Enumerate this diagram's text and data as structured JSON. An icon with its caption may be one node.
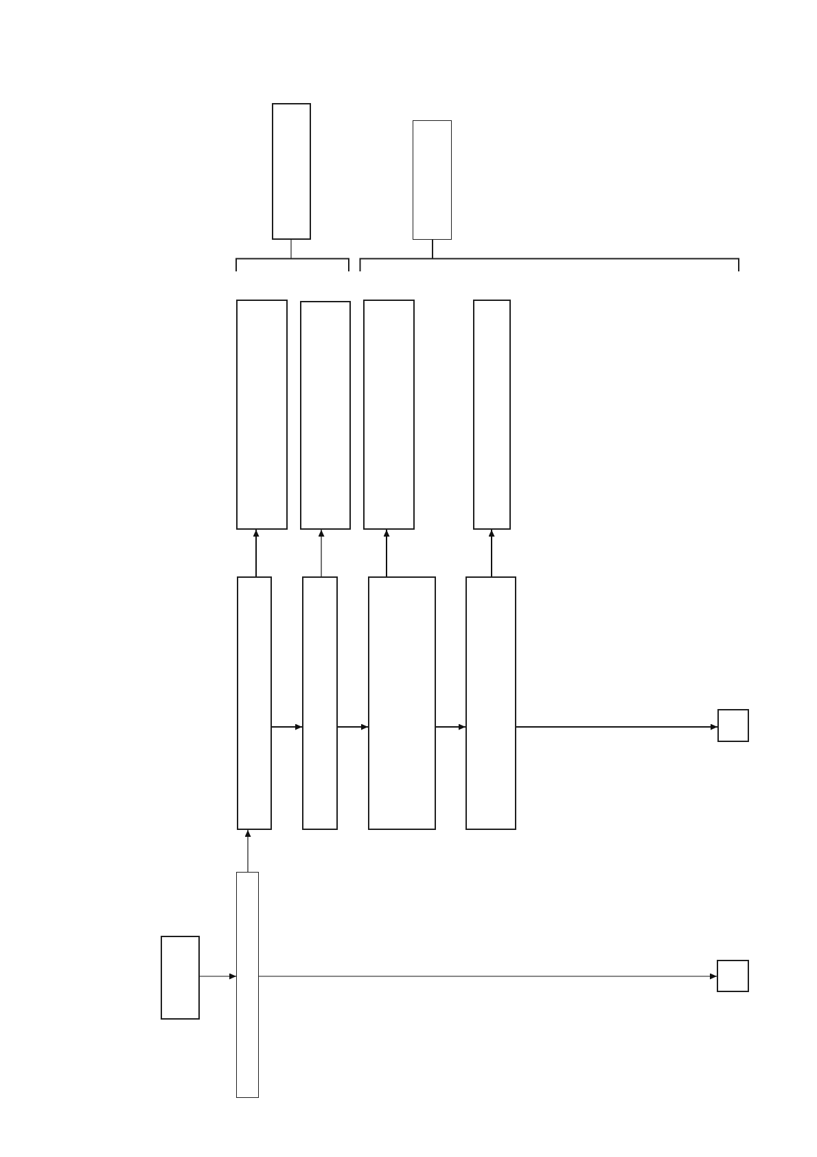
{
  "diagram": {
    "nodes": [
      {
        "text": [],
        "shape": "box"
      },
      {
        "text": [],
        "shape": "box"
      },
      {
        "text": [],
        "shape": "box"
      },
      {
        "text": [],
        "shape": "box"
      },
      {
        "text": [],
        "shape": "box"
      },
      {
        "text": [],
        "shape": "box"
      },
      {
        "text": [],
        "shape": "box"
      },
      {
        "text": [],
        "shape": "box"
      },
      {
        "text": [],
        "shape": "box"
      },
      {
        "text": [],
        "shape": "box"
      },
      {
        "text": [],
        "shape": "box"
      },
      {
        "text": [],
        "shape": "box"
      },
      {
        "text": [],
        "shape": "box"
      },
      {
        "text": [],
        "shape": "box"
      }
    ],
    "edges": [
      {
        "from": 6,
        "to": 2,
        "arrow": "to"
      },
      {
        "from": 7,
        "to": 3,
        "arrow": "to"
      },
      {
        "from": 8,
        "to": 4,
        "arrow": "to"
      },
      {
        "from": 9,
        "to": 5,
        "arrow": "to"
      },
      {
        "from": 6,
        "to": 7,
        "arrow": "to"
      },
      {
        "from": 7,
        "to": 8,
        "arrow": "to"
      },
      {
        "from": 8,
        "to": 9,
        "arrow": "to"
      },
      {
        "from": 9,
        "to": 10,
        "arrow": "to"
      },
      {
        "from": 11,
        "to": 6,
        "arrow": "to"
      },
      {
        "from": 12,
        "to": 11,
        "arrow": "to"
      },
      {
        "from": 11,
        "to": 13,
        "arrow": "to"
      }
    ]
  }
}
